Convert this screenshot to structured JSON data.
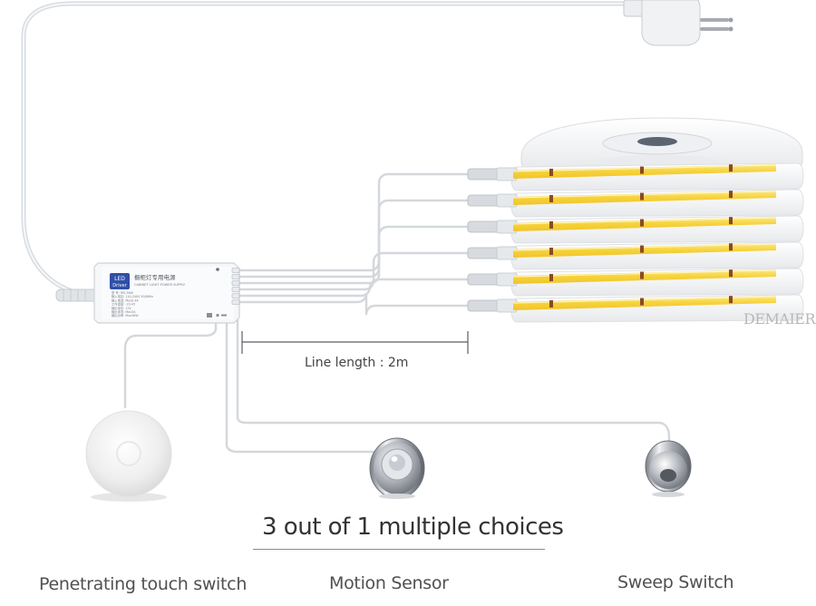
{
  "brand_watermark": "DEMAIER",
  "driver": {
    "badge_top": "LED",
    "badge_bottom": "Driver",
    "title": "橱柜灯专用电源",
    "subtitle": "CABINET LIGHT POWER SUPPLY",
    "specs": [
      "型 号: HEJ-36W",
      "输入电压: 110-240V 50/60Hz",
      "输入电流: Max0.4A",
      "工作温度: -20-45",
      "输出电压: 12V",
      "输出电流: Max3A",
      "输出功率: Max36W"
    ]
  },
  "line_length_label": "Line length : 2m",
  "choices_title": "3 out of 1 multiple choices",
  "switches": [
    {
      "name": "Penetrating touch switch"
    },
    {
      "name": "Motion Sensor"
    },
    {
      "name": "Sweep Switch"
    }
  ],
  "colors": {
    "led_yellow": "#f6d23a",
    "led_light": "#fbe98a",
    "copper_pad": "#8a4a26",
    "reel_white": "#f3f4f6",
    "cable": "#d8dce0",
    "driver_badge": "#2f4fa8",
    "text_dark": "#333333",
    "text_caption": "#505050"
  }
}
